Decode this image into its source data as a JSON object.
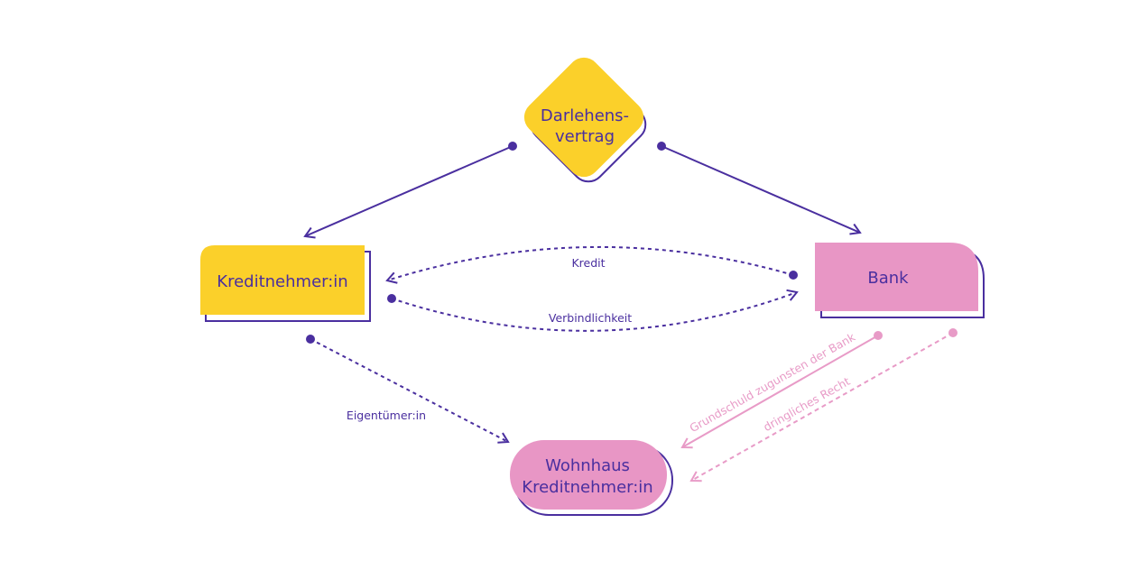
{
  "nodes": {
    "darlehensvertrag": {
      "line1": "Darlehens-",
      "line2": "vertrag"
    },
    "kreditnehmer": {
      "label": "Kreditnehmer:in"
    },
    "bank": {
      "label": "Bank"
    },
    "wohnhaus": {
      "line1": "Wohnhaus",
      "line2": "Kreditnehmer:in"
    }
  },
  "edges": {
    "kredit": "Kredit",
    "verbindlichkeit": "Verbindlichkeit",
    "eigentuemer": "Eigentümer:in",
    "grundschuld": "Grundschuld zugunsten der Bank",
    "dringliches_recht": "dringliches Recht"
  },
  "colors": {
    "yellow": "#fbd02a",
    "pink": "#e896c5",
    "purple": "#4a2f9f",
    "pink_line": "#e89bc7"
  }
}
